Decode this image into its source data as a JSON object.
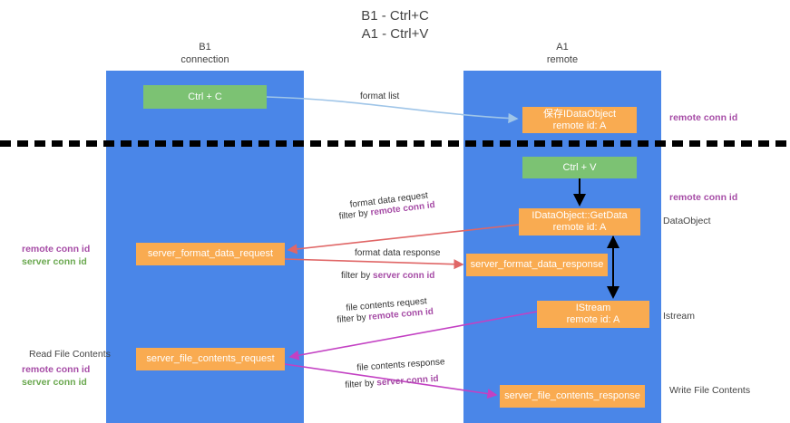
{
  "title": {
    "line1": "B1 - Ctrl+C",
    "line2": "A1 - Ctrl+V"
  },
  "lanes": [
    {
      "name": "B1",
      "sublabel": "connection",
      "color": "#4a86e8"
    },
    {
      "name": "A1",
      "sublabel": "remote",
      "color": "#4a86e8"
    }
  ],
  "colors": {
    "lane": "#4a86e8",
    "green_box": "#7cc273",
    "orange_box": "#f9ab51",
    "purple_text": "#a64ca6",
    "green_text": "#6aa84f",
    "divider": "#000000",
    "arrow_blue": "#9fc5e8",
    "arrow_red": "#e06666",
    "arrow_magenta": "#c341c3",
    "arrow_black": "#000000"
  },
  "boxes": {
    "ctrl_c": {
      "label": "Ctrl + C"
    },
    "idataobject_saved": {
      "line1": "保存IDataObject",
      "line2": "remote id: A"
    },
    "ctrl_v": {
      "label": "Ctrl + V"
    },
    "getdata": {
      "line1": "IDataObject::GetData",
      "line2": "remote id: A"
    },
    "server_format_data_request": {
      "label": "server_format_data_request"
    },
    "server_format_data_response": {
      "label": "server_format_data_response"
    },
    "istream": {
      "line1": "IStream",
      "line2": "remote id: A"
    },
    "server_file_contents_request": {
      "label": "server_file_contents_request"
    },
    "server_file_contents_response": {
      "label": "server_file_contents_response"
    }
  },
  "annotations": {
    "right_remote_conn_id_top": "remote conn id",
    "right_remote_conn_id_mid": "remote conn id",
    "right_dataobject": "DataObject",
    "right_istream": "Istream",
    "right_write_file_contents": "Write File Contents",
    "left_remote_conn_id": "remote conn id",
    "left_server_conn_id": "server conn id",
    "left_read_file_contents": "Read File Contents",
    "left_remote_conn_id_2": "remote conn id",
    "left_server_conn_id_2": "server conn id"
  },
  "edges": [
    {
      "id": "format-list",
      "label": "format list",
      "filter_prefix": "",
      "filter_key": ""
    },
    {
      "id": "format-data-request",
      "label": "format data request",
      "filter_prefix": "filter by ",
      "filter_key": "remote conn id"
    },
    {
      "id": "format-data-response",
      "label": "format data response",
      "filter_prefix": "filter by ",
      "filter_key": "server conn id"
    },
    {
      "id": "file-contents-request",
      "label": "file contents request",
      "filter_prefix": "filter by ",
      "filter_key": "remote conn id"
    },
    {
      "id": "file-contents-response",
      "label": "file contents response",
      "filter_prefix": "filter by ",
      "filter_key": "server conn id"
    }
  ]
}
